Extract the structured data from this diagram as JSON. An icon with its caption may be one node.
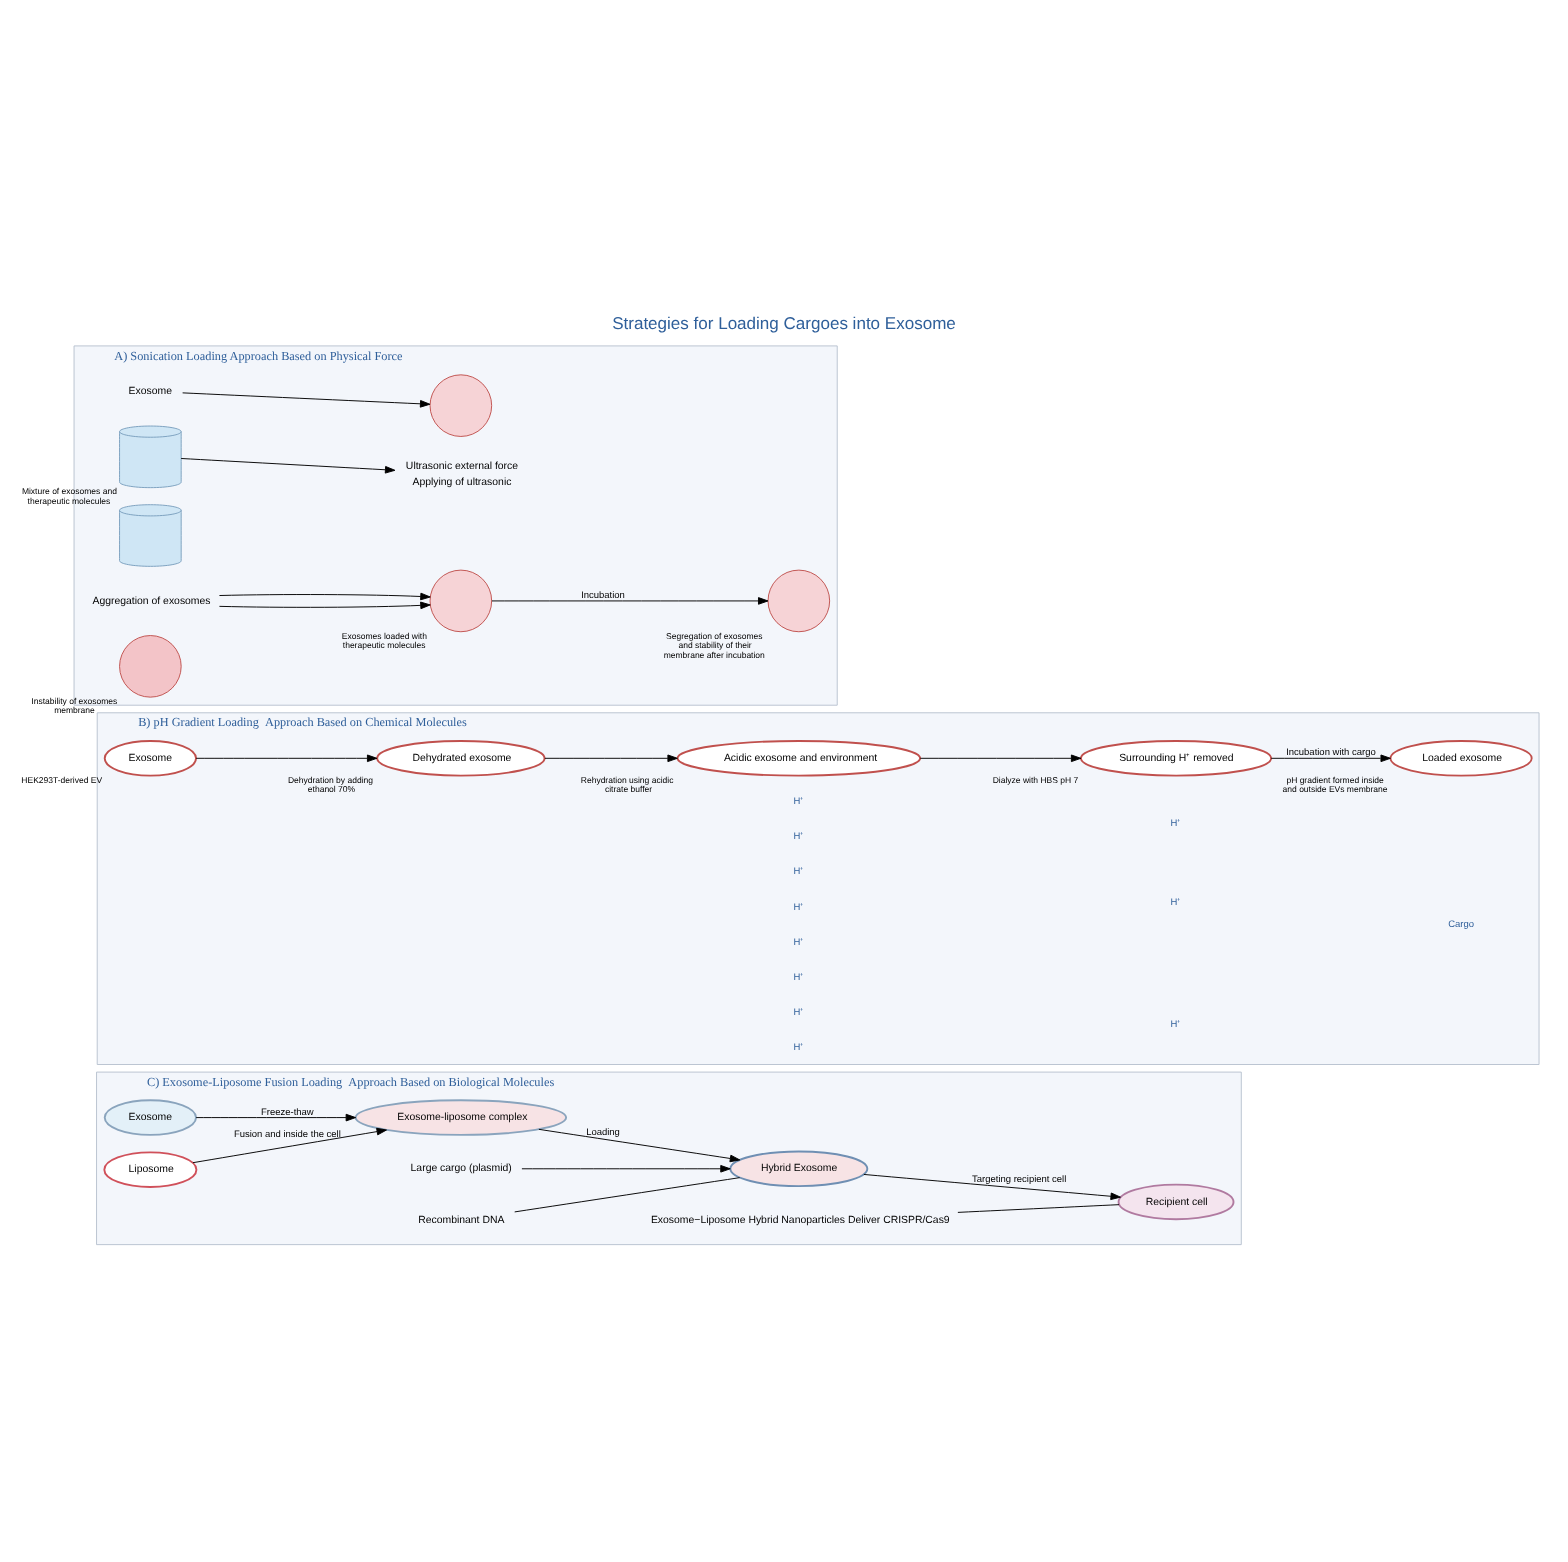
{
  "diagram": {
    "title": "Strategies for Loading Cargoes into Exosome",
    "nodes": [
      {
        "text": [
          "A) Sonication Loading Approach Based on Physical Force"
        ]
      },
      {
        "text": [],
        "shape": "circle",
        "in": 0
      },
      {
        "text": [
          "Exosome"
        ],
        "in": 0
      },
      {
        "text": [],
        "shape": "cylinder",
        "in": 0,
        "beside": [
          "Mixture of exosomes and therapeutic molecules"
        ]
      },
      {
        "text": [
          "Ultrasonic external force",
          "Applying of ultrasonic"
        ],
        "in": 0
      },
      {
        "text": [],
        "shape": "cylinder",
        "in": 0
      },
      {
        "text": [],
        "shape": "circle",
        "in": 0,
        "beside": [
          "Exosomes loaded with therapeutic molecules"
        ]
      },
      {
        "text": [
          "Aggregation of exosomes"
        ],
        "in": 0
      },
      {
        "text": [],
        "shape": "circle",
        "in": 0,
        "beside": [
          "Instability of exosomes membrane"
        ]
      },
      {
        "text": [],
        "shape": "circle",
        "in": 0,
        "beside": [
          "Segregation of exosomes and stability of their membrane after incubation"
        ]
      },
      {
        "text": [
          "B) pH Gradient Loading  Approach Based on Chemical Molecules"
        ]
      },
      {
        "text": [
          "Exosome"
        ],
        "in": 10,
        "beside": [
          "HEK293T-derived EV"
        ]
      },
      {
        "text": [
          "Dehydrated exosome"
        ],
        "in": 10,
        "beside": [
          "Dehydration by adding ethanol 70%"
        ]
      },
      {
        "text": [
          "Acidic exosome and environment"
        ],
        "in": 10,
        "beside": [
          "Rehydration using acidic citrate buffer"
        ]
      },
      {
        "text": [
          "Surrounding H⁺ removed"
        ],
        "in": 10,
        "beside": [
          "Dialyze with HBS pH 7"
        ]
      },
      {
        "text": [
          "Loaded exosome"
        ],
        "in": 10,
        "beside": [
          "pH gradient formed inside and outside EVs membrane"
        ]
      },
      {
        "text": [
          "C) Exosome-Liposome Fusion Loading  Approach Based on Biological Molecules"
        ]
      },
      {
        "text": [
          "Exosome"
        ],
        "in": 16
      },
      {
        "text": [
          "Liposome"
        ],
        "in": 16
      },
      {
        "text": [
          "Exosome-liposome complex"
        ],
        "in": 16
      },
      {
        "text": [
          "Hybrid Exosome"
        ],
        "in": 16
      },
      {
        "text": [
          "Large cargo (plasmid)"
        ],
        "in": 16
      },
      {
        "text": [
          "Recombinant DNA"
        ],
        "in": 16
      },
      {
        "text": [
          "Recipient cell"
        ],
        "in": 16
      },
      {
        "text": [
          "Exosome−Liposome Hybrid Nanoparticles Deliver CRISPR/Cas9"
        ],
        "in": 16
      }
    ],
    "edges": [
      {
        "from": 2,
        "to": 1,
        "arrow": "to"
      },
      {
        "from": 3,
        "to": 4,
        "arrow": "to"
      },
      {
        "from": 7,
        "to": 6,
        "arrow": "to"
      },
      {
        "from": 7,
        "to": 6,
        "arrow": "to"
      },
      {
        "from": 6,
        "to": 9,
        "arrow": "to",
        "label": "Incubation"
      },
      {
        "from": 11,
        "to": 12,
        "arrow": "to"
      },
      {
        "from": 12,
        "to": 13,
        "arrow": "to"
      },
      {
        "from": 13,
        "to": 14,
        "arrow": "to"
      },
      {
        "from": 14,
        "to": 15,
        "arrow": "to",
        "label": "Incubation with cargo"
      },
      {
        "from": 17,
        "to": 19,
        "arrow": "to",
        "label": "Freeze-thaw"
      },
      {
        "from": 18,
        "to": 19,
        "arrow": "to",
        "label": "Fusion and inside the cell"
      },
      {
        "from": 19,
        "to": 20,
        "arrow": "to",
        "label": "Loading"
      },
      {
        "from": 21,
        "to": 20,
        "arrow": "to"
      },
      {
        "from": 22,
        "to": 20,
        "arrow": "none"
      },
      {
        "from": 20,
        "to": 23,
        "arrow": "to",
        "label": "Targeting recipient cell"
      },
      {
        "from": 24,
        "to": 23,
        "arrow": "none"
      }
    ],
    "labels": [
      "H⁺",
      "H⁺",
      "H⁺",
      "H⁺",
      "H⁺",
      "H⁺",
      "H⁺",
      "H⁺",
      "H⁺",
      "H⁺",
      "H⁺",
      "Cargo"
    ]
  }
}
